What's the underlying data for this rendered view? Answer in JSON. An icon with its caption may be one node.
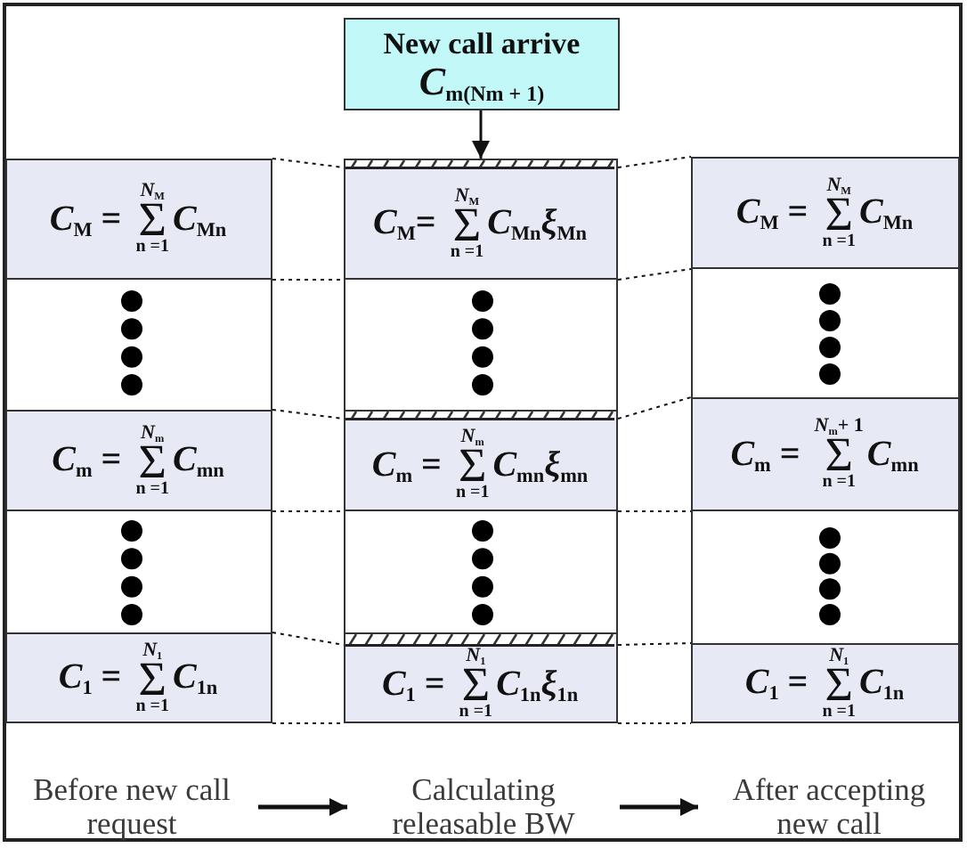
{
  "diagram": {
    "nodes": [
      {
        "text": [
          "New call arrive",
          "*C*$_{m(Nm + 1)}$"
        ]
      },
      {
        "text": [],
        "shape": "box"
      },
      {
        "text": [
          "*C*$_{M}$ =",
          "*N*$_{M}$",
          "Σ",
          "n =1",
          "*C*$_{Mn}$"
        ],
        "in": 1
      },
      {
        "text": [
          "*C*$_{m}$ =",
          "*N*$_{m}$",
          "Σ",
          "n =1",
          "*C*$_{mn}$"
        ],
        "in": 1
      },
      {
        "text": [
          "*C*$_{1}$ =",
          "*N*$_{1}$",
          "Σ",
          "n =1",
          "*C*$_{1n}$"
        ],
        "in": 1
      },
      {
        "text": [],
        "shape": "box"
      },
      {
        "text": [
          "*C*$_{M}$=",
          "*N*$_{M}$",
          "Σ",
          "n =1",
          "*C*$_{Mn}$*ξ*$_{Mn}$"
        ],
        "in": 5
      },
      {
        "text": [
          "*C*$_{m}$ =",
          "*N*$_{m}$",
          "Σ",
          "n =1",
          "*C*$_{mn}$*ξ*$_{mn}$"
        ],
        "in": 5
      },
      {
        "text": [
          "*C*$_{1}$ =",
          "*N*$_{1}$",
          "Σ",
          "n =1",
          "*C*$_{1n}$*ξ*$_{1n}$"
        ],
        "in": 5
      },
      {
        "text": [],
        "shape": "box"
      },
      {
        "text": [
          "*C*$_{M}$ =",
          "*N*$_{M}$",
          "Σ",
          "n =1",
          "*C*$_{Mn}$"
        ],
        "in": 9
      },
      {
        "text": [
          "*C*$_{m}$ =",
          "*N*$_{m}$+ 1",
          "Σ",
          "n =1",
          "*C*$_{mn}$"
        ],
        "in": 9
      },
      {
        "text": [
          "*C*$_{1}$ =",
          "*N*$_{1}$",
          "Σ",
          "n =1",
          "*C*$_{1n}$"
        ],
        "in": 9
      },
      {
        "text": [
          "Before new call request"
        ]
      },
      {
        "text": [
          "Calculating releasable BW"
        ]
      },
      {
        "text": [
          "After accepting new call"
        ]
      }
    ],
    "edges": [
      {
        "from": 0,
        "to": 6,
        "arrow": "to"
      },
      {
        "from": 2,
        "to": 6,
        "arrow": "none",
        "style": "dashed"
      },
      {
        "from": 2,
        "to": 6,
        "arrow": "none",
        "style": "dashed"
      },
      {
        "from": 3,
        "to": 7,
        "arrow": "none",
        "style": "dashed"
      },
      {
        "from": 3,
        "to": 7,
        "arrow": "none",
        "style": "dashed"
      },
      {
        "from": 4,
        "to": 8,
        "arrow": "none",
        "style": "dashed"
      },
      {
        "from": 4,
        "to": 8,
        "arrow": "none",
        "style": "dashed"
      },
      {
        "from": 6,
        "to": 10,
        "arrow": "none",
        "style": "dashed"
      },
      {
        "from": 6,
        "to": 10,
        "arrow": "none",
        "style": "dashed"
      },
      {
        "from": 7,
        "to": 11,
        "arrow": "none",
        "style": "dashed"
      },
      {
        "from": 7,
        "to": 11,
        "arrow": "none",
        "style": "dashed"
      },
      {
        "from": 8,
        "to": 12,
        "arrow": "none",
        "style": "dashed"
      },
      {
        "from": 8,
        "to": 12,
        "arrow": "none",
        "style": "dashed"
      },
      {
        "from": 13,
        "to": 14,
        "arrow": "to",
        "style": "thick"
      },
      {
        "from": 14,
        "to": 15,
        "arrow": "to",
        "style": "thick"
      }
    ]
  }
}
